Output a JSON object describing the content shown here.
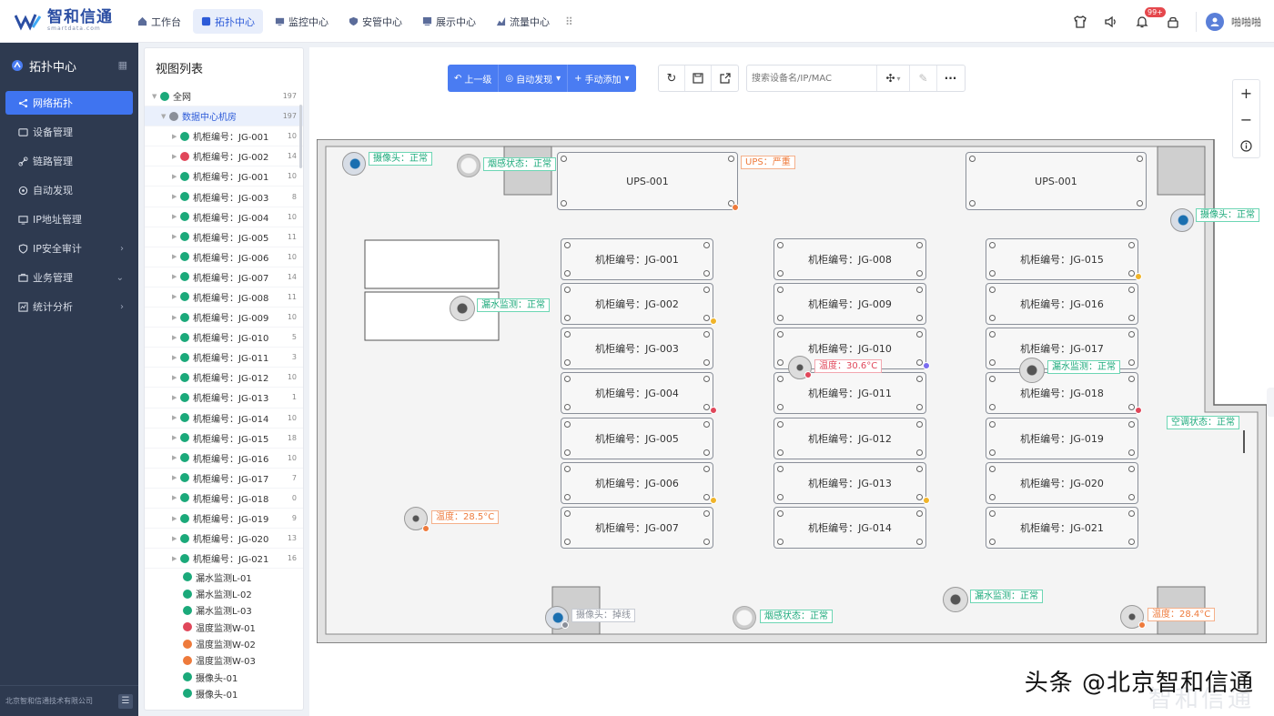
{
  "app": {
    "logo_cn": "智和信通",
    "logo_en": "smartdata.com"
  },
  "topnav": {
    "items": [
      {
        "label": "工作台",
        "icon": "home-icon"
      },
      {
        "label": "拓扑中心",
        "icon": "topology-icon",
        "active": true
      },
      {
        "label": "监控中心",
        "icon": "monitor-icon"
      },
      {
        "label": "安管中心",
        "icon": "shield-icon"
      },
      {
        "label": "展示中心",
        "icon": "display-icon"
      },
      {
        "label": "流量中心",
        "icon": "flow-icon"
      }
    ],
    "notification_badge": "99+",
    "username": "啪啪啪"
  },
  "sidebar": {
    "title": "拓扑中心",
    "items": [
      {
        "label": "网络拓扑",
        "active": true
      },
      {
        "label": "设备管理"
      },
      {
        "label": "链路管理"
      },
      {
        "label": "自动发现"
      },
      {
        "label": "IP地址管理"
      },
      {
        "label": "IP安全审计",
        "arrow": "›"
      },
      {
        "label": "业务管理",
        "arrow": "⌄"
      },
      {
        "label": "统计分析",
        "arrow": "›"
      }
    ],
    "footer": "北京智和信通技术有限公司"
  },
  "tree": {
    "title": "视图列表",
    "root": {
      "label": "全网",
      "count": "197"
    },
    "group": {
      "label": "数据中心机房",
      "count": "197"
    },
    "racks": [
      {
        "label": "机柜编号：JG-001",
        "count": "10",
        "status": "ok"
      },
      {
        "label": "机柜编号：JG-002",
        "count": "14",
        "status": "bad"
      },
      {
        "label": "机柜编号：JG-001",
        "count": "10",
        "status": "ok"
      },
      {
        "label": "机柜编号：JG-003",
        "count": "8",
        "status": "ok"
      },
      {
        "label": "机柜编号：JG-004",
        "count": "10",
        "status": "ok"
      },
      {
        "label": "机柜编号：JG-005",
        "count": "11",
        "status": "ok"
      },
      {
        "label": "机柜编号：JG-006",
        "count": "10",
        "status": "ok"
      },
      {
        "label": "机柜编号：JG-007",
        "count": "14",
        "status": "ok"
      },
      {
        "label": "机柜编号：JG-008",
        "count": "11",
        "status": "ok"
      },
      {
        "label": "机柜编号：JG-009",
        "count": "10",
        "status": "ok"
      },
      {
        "label": "机柜编号：JG-010",
        "count": "5",
        "status": "ok"
      },
      {
        "label": "机柜编号：JG-011",
        "count": "3",
        "status": "ok"
      },
      {
        "label": "机柜编号：JG-012",
        "count": "10",
        "status": "ok"
      },
      {
        "label": "机柜编号：JG-013",
        "count": "1",
        "status": "ok"
      },
      {
        "label": "机柜编号：JG-014",
        "count": "10",
        "status": "ok"
      },
      {
        "label": "机柜编号：JG-015",
        "count": "18",
        "status": "ok"
      },
      {
        "label": "机柜编号：JG-016",
        "count": "10",
        "status": "ok"
      },
      {
        "label": "机柜编号：JG-017",
        "count": "7",
        "status": "ok"
      },
      {
        "label": "机柜编号：JG-018",
        "count": "0",
        "status": "ok"
      },
      {
        "label": "机柜编号：JG-019",
        "count": "9",
        "status": "ok"
      },
      {
        "label": "机柜编号：JG-020",
        "count": "13",
        "status": "ok"
      },
      {
        "label": "机柜编号：JG-021",
        "count": "16",
        "status": "ok"
      }
    ],
    "devices": [
      {
        "label": "漏水监测L-01",
        "status": "ok"
      },
      {
        "label": "漏水监测L-02",
        "status": "ok"
      },
      {
        "label": "漏水监测L-03",
        "status": "ok"
      },
      {
        "label": "温度监测W-01",
        "status": "bad"
      },
      {
        "label": "温度监测W-02",
        "status": "warn"
      },
      {
        "label": "温度监测W-03",
        "status": "warn"
      },
      {
        "label": "摄像头-01",
        "status": "ok"
      },
      {
        "label": "摄像头-01",
        "status": "ok"
      }
    ]
  },
  "toolbar": {
    "up_level": "上一级",
    "auto_discover": "自动发现",
    "manual_add": "手动添加",
    "search_placeholder": "搜索设备名/IP/MAC"
  },
  "floor": {
    "ups": [
      "UPS-001",
      "UPS-001"
    ],
    "racks": [
      "机柜编号：JG-001",
      "机柜编号：JG-002",
      "机柜编号：JG-003",
      "机柜编号：JG-004",
      "机柜编号：JG-005",
      "机柜编号：JG-006",
      "机柜编号：JG-007",
      "机柜编号：JG-008",
      "机柜编号：JG-009",
      "机柜编号：JG-010",
      "机柜编号：JG-011",
      "机柜编号：JG-012",
      "机柜编号：JG-013",
      "机柜编号：JG-014",
      "机柜编号：JG-015",
      "机柜编号：JG-016",
      "机柜编号：JG-017",
      "机柜编号：JG-018",
      "机柜编号：JG-019",
      "机柜编号：JG-020",
      "机柜编号：JG-021"
    ],
    "labels": {
      "cam1": "摄像头：正常",
      "smoke1": "烟感状态：正常",
      "ups_alarm": "UPS：严重",
      "cam2": "摄像头：正常",
      "leak1": "漏水监测：正常",
      "temp1": "温度：30.6°C",
      "leak2": "漏水监测：正常",
      "aircon": "空调状态：正常",
      "temp2": "温度：28.5°C",
      "cam3": "摄像头：掉线",
      "smoke2": "烟感状态：正常",
      "leak3": "漏水监测：正常",
      "temp3": "温度：28.4°C"
    }
  },
  "watermark": "头条 @北京智和信通",
  "watermark_shadow": "智和信通",
  "colors": {
    "accent": "#4a7cf2",
    "sidebar": "#2e3a50",
    "ok": "#1ba97a",
    "warn": "#ee7a3b",
    "bad": "#e0475a"
  }
}
